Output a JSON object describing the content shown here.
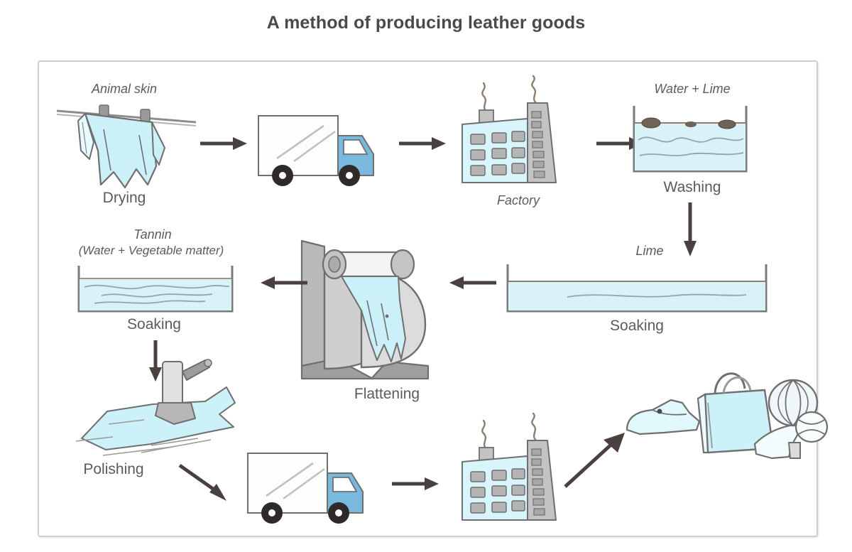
{
  "title": "A method of producing leather goods",
  "diagram": {
    "type": "process-flow",
    "subject": "leather goods production",
    "steps": [
      {
        "id": "drying",
        "caption": "Drying",
        "annotation": "Animal skin",
        "icon": "hanging-hide-icon"
      },
      {
        "id": "transport1",
        "caption": "",
        "annotation": "",
        "icon": "truck-icon"
      },
      {
        "id": "factory1",
        "caption": "",
        "annotation": "Factory",
        "icon": "factory-icon"
      },
      {
        "id": "washing",
        "caption": "Washing",
        "annotation": "Water + Lime",
        "icon": "tank-icon"
      },
      {
        "id": "soaking-lime",
        "caption": "Soaking",
        "annotation": "Lime",
        "icon": "wide-tank-icon"
      },
      {
        "id": "flattening",
        "caption": "Flattening",
        "annotation": "",
        "icon": "roller-machine-icon"
      },
      {
        "id": "soaking-tannin",
        "caption": "Soaking",
        "annotation": "Tannin",
        "annotation2": "(Water + Vegetable matter)",
        "icon": "tank-icon"
      },
      {
        "id": "polishing",
        "caption": "Polishing",
        "annotation": "",
        "icon": "polishing-tool-icon"
      },
      {
        "id": "transport2",
        "caption": "",
        "annotation": "",
        "icon": "truck-icon"
      },
      {
        "id": "factory2",
        "caption": "",
        "annotation": "",
        "icon": "factory-icon"
      },
      {
        "id": "products",
        "caption": "",
        "annotation": "",
        "icon": "leather-goods-icon"
      }
    ],
    "arrows": [
      {
        "id": "a1",
        "direction": "right",
        "from": "drying",
        "to": "transport1"
      },
      {
        "id": "a2",
        "direction": "right",
        "from": "transport1",
        "to": "factory1"
      },
      {
        "id": "a3",
        "direction": "right",
        "from": "factory1",
        "to": "washing"
      },
      {
        "id": "a4",
        "direction": "down",
        "from": "washing",
        "to": "soaking-lime"
      },
      {
        "id": "a5",
        "direction": "left",
        "from": "soaking-lime",
        "to": "flattening"
      },
      {
        "id": "a6",
        "direction": "left",
        "from": "flattening",
        "to": "soaking-tannin"
      },
      {
        "id": "a7",
        "direction": "down",
        "from": "soaking-tannin",
        "to": "polishing"
      },
      {
        "id": "a8",
        "direction": "down-right",
        "from": "polishing",
        "to": "transport2"
      },
      {
        "id": "a9",
        "direction": "right",
        "from": "transport2",
        "to": "factory2"
      },
      {
        "id": "a10",
        "direction": "up-right",
        "from": "factory2",
        "to": "products"
      }
    ]
  },
  "colors": {
    "hide_fill": "#ccf0f7",
    "machine_gray": "#c9c9c9",
    "truck_cab_blue": "#79b9dd",
    "outline": "#6f6f6f",
    "arrow": "#4a4040",
    "text": "#5b5b5b",
    "frame": "#cfcfcf"
  }
}
